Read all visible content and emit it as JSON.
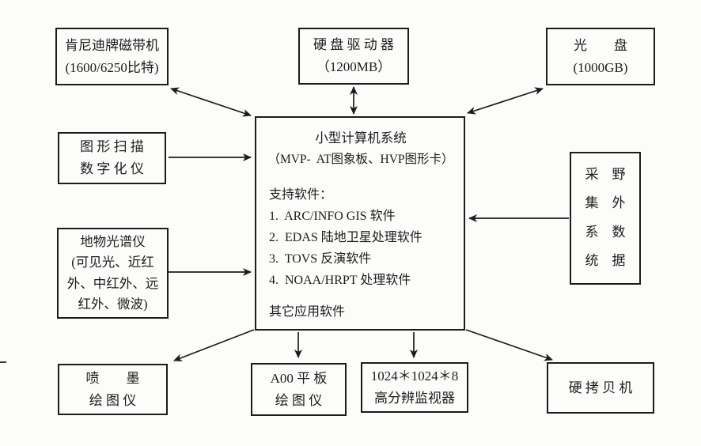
{
  "colors": {
    "paper": "#fcfcfb",
    "ink": "#1c1c1c"
  },
  "boxes": {
    "tape_drive": {
      "lines": [
        "肯尼迪牌磁带机",
        "(1600/6250比特)"
      ]
    },
    "hard_disk": {
      "lines": [
        "硬 盘 驱 动 器",
        "（1200MB）"
      ]
    },
    "optical_disc": {
      "lines": [
        "光　　盘",
        "(1000GB)"
      ]
    },
    "scanner_digitizer": {
      "lines": [
        "图 形 扫 描",
        "数 字 化 仪"
      ]
    },
    "spectrometer": {
      "lines": [
        "地物光谱仪",
        "(可见光、近红",
        "外、中红外、远",
        "红外、微波)"
      ]
    },
    "field_data_system": {
      "rows": [
        "采　野",
        "集　外",
        "系　数",
        "统　据"
      ]
    },
    "inkjet_plotter": {
      "lines": [
        "喷　　墨",
        "绘 图 仪"
      ]
    },
    "flatbed_plotter": {
      "lines": [
        "A00 平 板",
        "绘 图 仪"
      ]
    },
    "monitor": {
      "lines": [
        "1024＊1024＊8",
        "高分辨监视器"
      ]
    },
    "hardcopy": {
      "lines": [
        "硬 拷 贝 机"
      ]
    }
  },
  "center": {
    "title": "小型计算机系统",
    "subtitle": "（MVP-  AT图象板、HVP图形卡）",
    "software_header": "支持软件：",
    "software_items": [
      "1.  ARC/INFO GIS 软件",
      "2.  EDAS 陆地卫星处理软件",
      "3.  TOVS 反演软件",
      "4.  NOAA/HRPT 处理软件"
    ],
    "footer": "其它应用软件"
  }
}
